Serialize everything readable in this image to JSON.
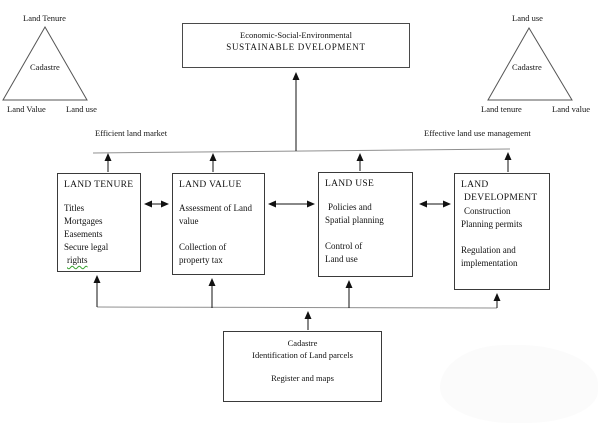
{
  "colors": {
    "box_border": "#3a3a3a",
    "bus_line": "#909090",
    "arrow_black": "#111111",
    "spellcheck_green": "#33a02c",
    "watermark_gray": "#fbfbfb"
  },
  "triangles": {
    "left": {
      "top": "Land Tenure",
      "center": "Cadastre",
      "bottom_left": "Land Value",
      "bottom_right": "Land use"
    },
    "right": {
      "top": "Land use",
      "center": "Cadastre",
      "bottom_left": "Land tenure",
      "bottom_right": "Land value"
    }
  },
  "sustainable_box": {
    "line1": "Economic-Social-Environmental",
    "line2": "SUSTAINABLE DVELOPMENT"
  },
  "bus_labels": {
    "left": "Efficient land market",
    "right": "Effective land use management"
  },
  "land_tenure_box": {
    "title": "LAND TENURE",
    "items": [
      "Titles",
      "Mortgages",
      "Easements",
      "Secure legal",
      "rights"
    ]
  },
  "land_value_box": {
    "title": "LAND VALUE",
    "para1": [
      "Assessment of Land",
      "value"
    ],
    "para2": [
      "Collection of",
      "property tax"
    ]
  },
  "land_use_box": {
    "title": "LAND USE",
    "para1": [
      "Policies and",
      "Spatial planning"
    ],
    "para2": [
      "Control of",
      "Land use"
    ]
  },
  "land_development_box": {
    "title": [
      "LAND",
      "DEVELOPMENT"
    ],
    "para1": [
      "Construction",
      "Planning permits"
    ],
    "para2": [
      "Regulation and",
      "implementation"
    ]
  },
  "cadastre_box": {
    "line1": "Cadastre",
    "line2": "Identification of Land parcels",
    "line3": "Register and maps"
  }
}
